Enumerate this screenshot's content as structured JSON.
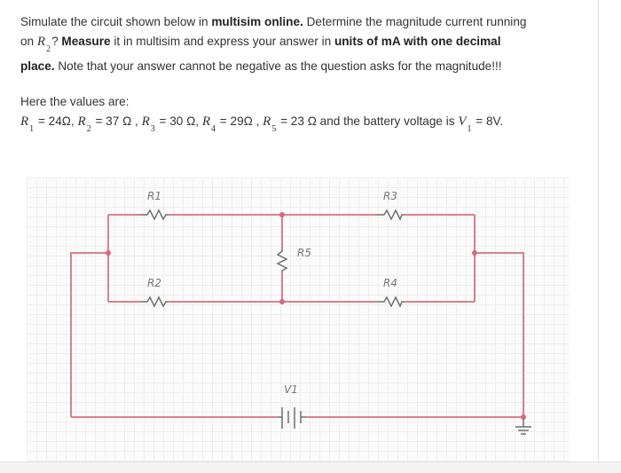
{
  "question": {
    "part1": "Simulate the circuit shown below in ",
    "bold1": "multisim online.",
    "part2": " Determine the magnitude current running",
    "part3": "on ",
    "var_R": "R",
    "var_R_sub": "2",
    "part4": "? ",
    "bold2": "Measure",
    "part5": " it in multisim and express your answer in ",
    "bold3": "units of mA with one decimal",
    "bold4": "place.",
    "part6": " Note that your answer cannot be negative as the question asks for the magnitude!!!"
  },
  "values": {
    "title": "Here the values are:",
    "items": [
      {
        "var": "R",
        "sub": "1",
        "text": " = 24Ω, "
      },
      {
        "var": "R",
        "sub": "2",
        "text": " = 37 Ω , "
      },
      {
        "var": "R",
        "sub": "3",
        "text": " = 30 Ω, "
      },
      {
        "var": "R",
        "sub": "4",
        "text": " = 29Ω , "
      },
      {
        "var": "R",
        "sub": "5",
        "text": " = 23 Ω and the battery voltage is "
      },
      {
        "var": "V",
        "sub": "1",
        "text": " = 8V."
      }
    ]
  },
  "circuit": {
    "labels": {
      "r1": "R1",
      "r2": "R2",
      "r3": "R3",
      "r4": "R4",
      "r5": "R5",
      "v1": "V1"
    },
    "colors": {
      "wire": "#d9818f",
      "node": "#d36a7e",
      "component": "#6f6f6f"
    }
  }
}
